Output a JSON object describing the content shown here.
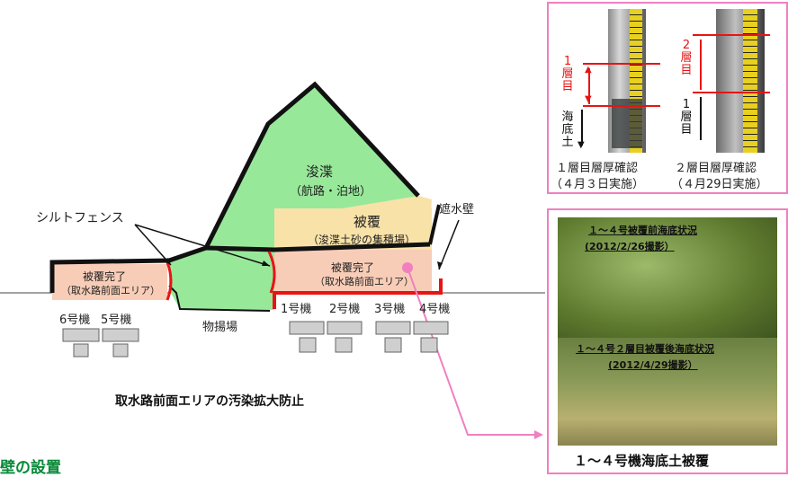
{
  "diagram": {
    "caption": "取水路前面エリアの汚染拡大防止",
    "footer_partial": "壁の設置",
    "labels": {
      "dredged_title": "浚渫",
      "dredged_sub": "（航路・泊地）",
      "cover_title": "被覆",
      "cover_sub": "（浚渫土砂の集積場）",
      "silt_fence": "シルトフェンス",
      "seawall": "遮水壁",
      "covered_left_title": "被覆完了",
      "covered_left_sub": "（取水路前面エリア）",
      "covered_right_title": "被覆完了",
      "covered_right_sub": "（取水路前面エリア）",
      "unit6": "6号機",
      "unit5": "5号機",
      "unloading": "物揚場",
      "unit1": "1号機",
      "unit2": "2号機",
      "unit3": "3号機",
      "unit4": "4号機"
    }
  },
  "photos_top": {
    "left": {
      "layer_label": "1層目",
      "soil_label": "海底土",
      "caption_line1": "１層目層厚確認",
      "caption_line2": "（４月３日実施）"
    },
    "right": {
      "layer2_label": "2層目",
      "layer1_label": "1層目",
      "caption_line1": "２層目層厚確認",
      "caption_line2": "（４月29日実施）"
    }
  },
  "photos_bottom": {
    "before_title": "１～４号被覆前海底状況",
    "before_date": "(2012/2/26撮影）",
    "after_title": "１～４号２層目被覆後海底状況",
    "after_date": "(2012/4/29撮影）",
    "caption": "１～４号機海底土被覆"
  },
  "colors": {
    "green_area": "#98e89a",
    "tan_area": "#f8e2a8",
    "pink_area": "#f8cdb8",
    "red_line": "#e81414",
    "pink_frame": "#f080c0",
    "title_green": "#0a8a3a"
  }
}
